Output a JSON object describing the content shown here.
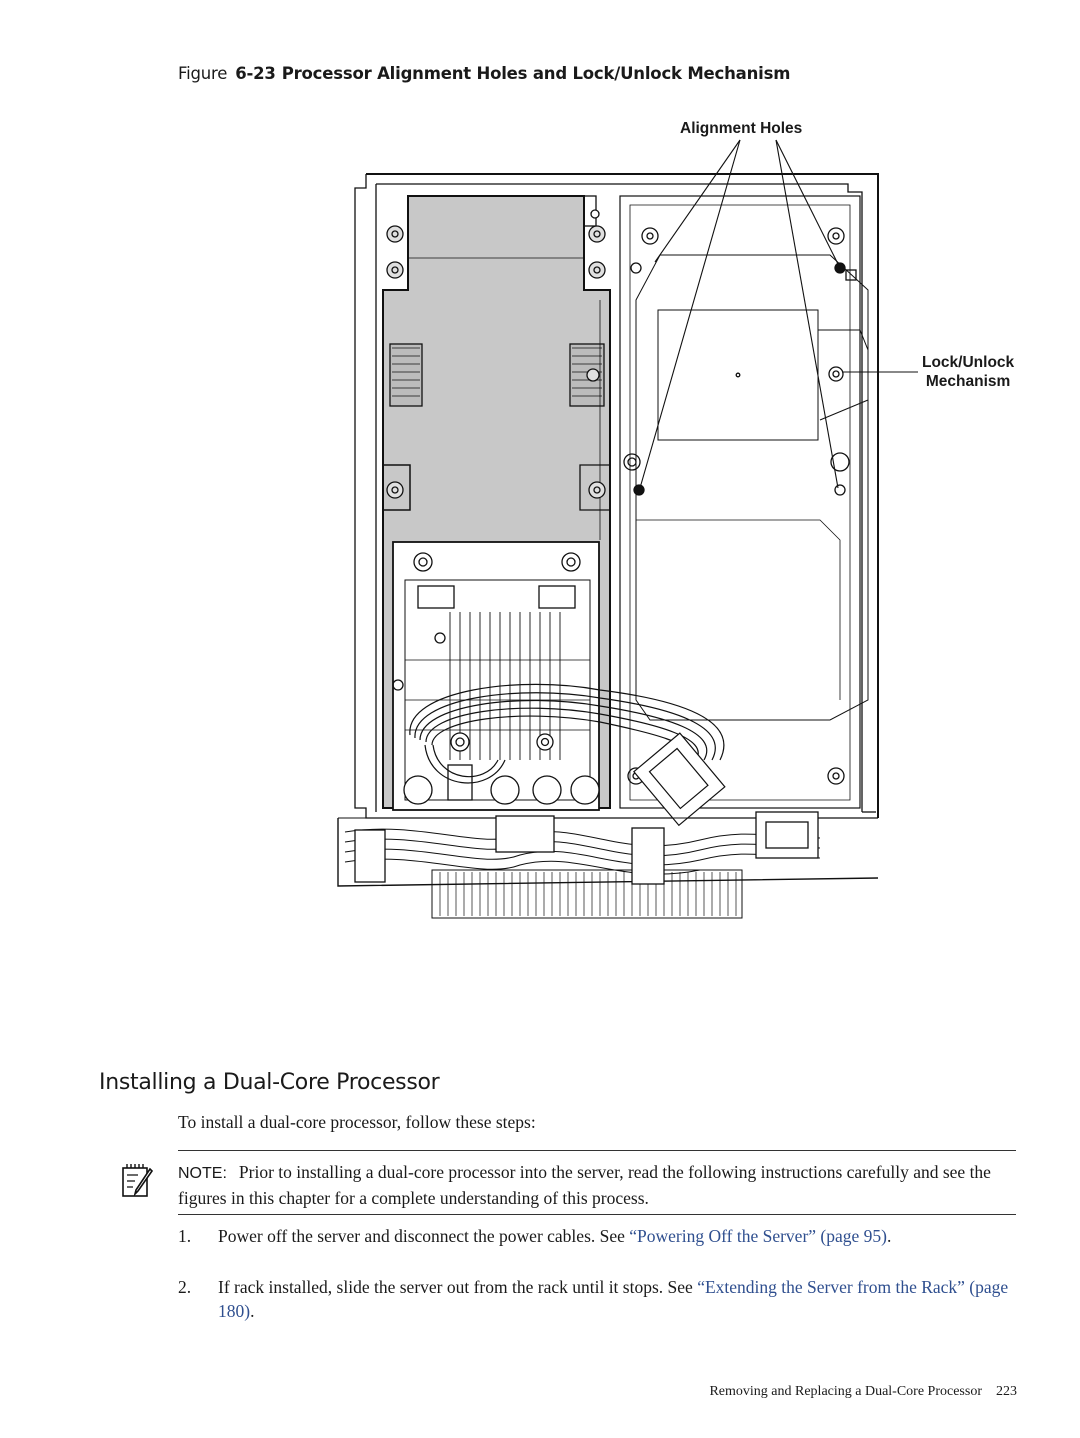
{
  "figure": {
    "label": "Figure",
    "number": "6-23",
    "title": "Processor Alignment Holes and Lock/Unlock Mechanism",
    "callouts": {
      "alignment_holes": "Alignment Holes",
      "lock_unlock_line1": "Lock/Unlock",
      "lock_unlock_line2": "Mechanism"
    }
  },
  "section": {
    "heading": "Installing a Dual-Core Processor",
    "intro": "To install a dual-core processor, follow these steps:"
  },
  "note": {
    "label": "NOTE:",
    "text": "Prior to installing a dual-core processor into the server, read the following instructions carefully and see the figures in this chapter for a complete understanding of this process."
  },
  "steps": [
    {
      "num": "1.",
      "text": "Power off the server and disconnect the power cables. See ",
      "link": "“Powering Off the Server” (page 95)",
      "after": "."
    },
    {
      "num": "2.",
      "text": "If rack installed, slide the server out from the rack until it stops. See ",
      "link": "“Extending the Server from the Rack” (page 180)",
      "after": "."
    }
  ],
  "footer": {
    "chapter": "Removing and Replacing a Dual-Core Processor",
    "page": "223"
  }
}
